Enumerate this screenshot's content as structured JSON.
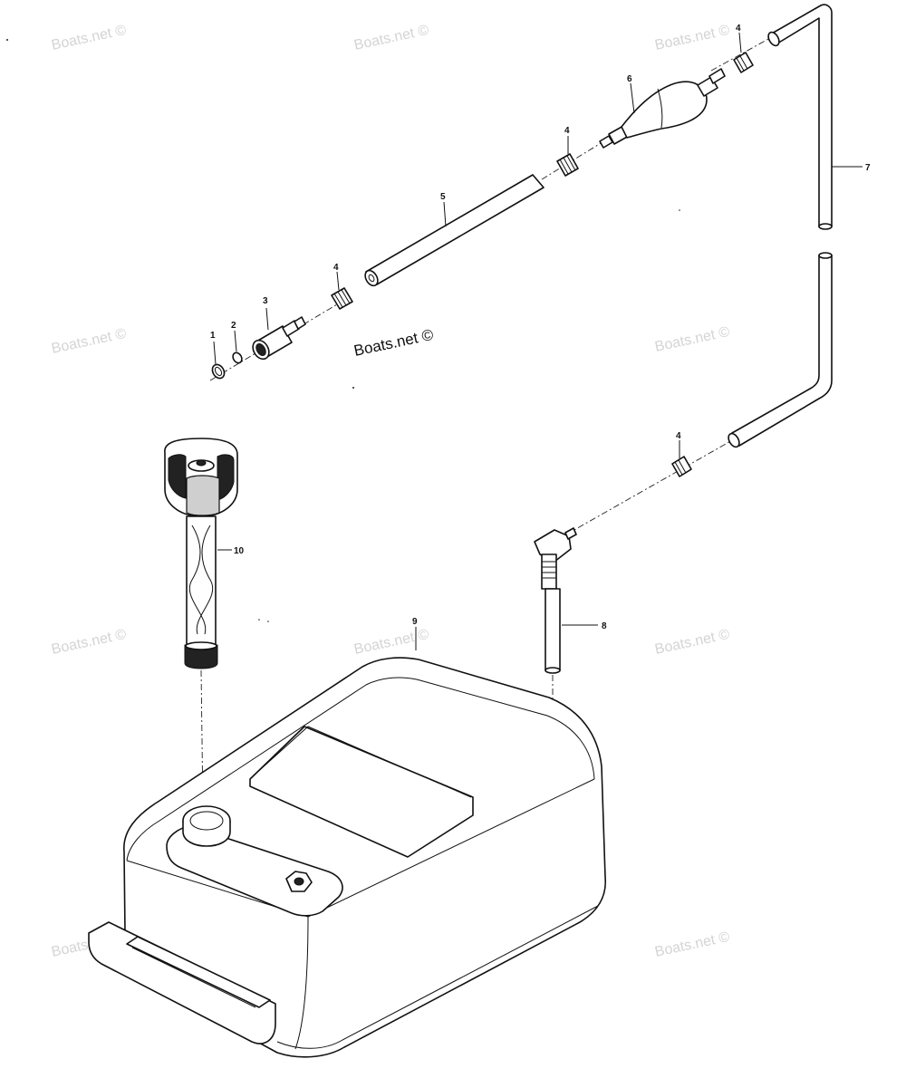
{
  "watermark": {
    "repeated_text": "Boats.net ©",
    "main_text": "Boats.net ©"
  },
  "callouts": {
    "c1": "1",
    "c2": "2",
    "c3": "3",
    "c4a": "4",
    "c4b": "4",
    "c4c": "4",
    "c4d": "4",
    "c5": "5",
    "c6": "6",
    "c7": "7",
    "c8": "8",
    "c9": "9",
    "c10": "10"
  },
  "colors": {
    "line": "#111111",
    "watermark": "#d4d4d4",
    "background": "#ffffff"
  }
}
